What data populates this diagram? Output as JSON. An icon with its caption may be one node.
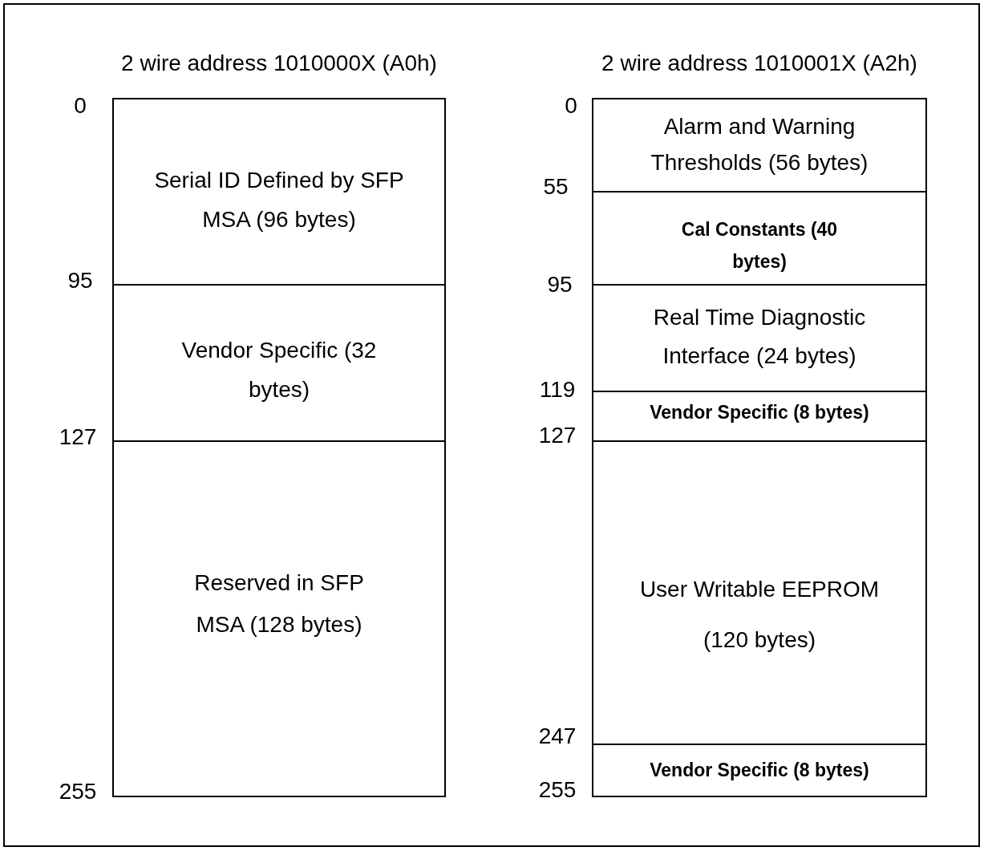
{
  "diagram": {
    "nodes": [
      {
        "text": [
          "2 wire address 1010000X (A0h)"
        ]
      },
      {
        "text": [
          "Serial ID Defined by SFP MSA (96 bytes)"
        ],
        "in": 0
      },
      {
        "text": [
          "Vendor Specific (32 bytes)"
        ],
        "in": 0
      },
      {
        "text": [
          "Reserved in SFP MSA (128 bytes)"
        ],
        "in": 0
      },
      {
        "text": [
          "2 wire address 1010001X (A2h)"
        ]
      },
      {
        "text": [
          "Alarm and Warning Thresholds (56 bytes)"
        ],
        "in": 4
      },
      {
        "text": [
          "Cal Constants (40 bytes)"
        ],
        "in": 4
      },
      {
        "text": [
          "Real Time Diagnostic Interface (24 bytes)"
        ],
        "in": 4
      },
      {
        "text": [
          "Vendor Specific (8 bytes)"
        ],
        "in": 4
      },
      {
        "text": [
          "User Writable EEPROM (120 bytes)"
        ],
        "in": 4
      },
      {
        "text": [
          "Vendor Specific (8 bytes)"
        ],
        "in": 4
      }
    ],
    "labels": [
      "0",
      "95",
      "127",
      "255",
      "0",
      "55",
      "95",
      "119",
      "127",
      "247",
      "255"
    ]
  }
}
